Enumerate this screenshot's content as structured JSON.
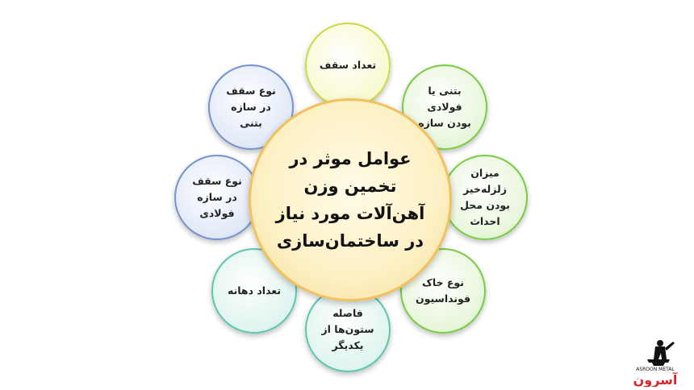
{
  "center": {
    "label": "عوامل موثر در\nتخمین وزن\nآهن‌آلات مورد نیاز\nدر ساختمان‌سازی"
  },
  "factors": [
    {
      "label": "تعداد سقف"
    },
    {
      "label": "بتنی یا\nفولادی\nبودن سازه"
    },
    {
      "label": "میزان\nزلزله‌خیز\nبودن محل\nاحداث"
    },
    {
      "label": "نوع خاک\nفونداسیون"
    },
    {
      "label": "فاصله\nستون‌ها از\nیکدیگر"
    },
    {
      "label": "تعداد دهانه"
    },
    {
      "label": "نوع سقف\nدر سازه\nفولادی"
    },
    {
      "label": "نوع سقف\nدر سازه\nبتنی"
    }
  ],
  "logo": {
    "brand": "آسرون",
    "latin": "ASROON METAL"
  },
  "colors": {
    "center_border": "#f2c15c",
    "yellow": "#c9d83a",
    "green": "#6ec936",
    "teal": "#4fc3a7",
    "blue": "#6b8bc9",
    "logo_red": "#d7262b"
  }
}
